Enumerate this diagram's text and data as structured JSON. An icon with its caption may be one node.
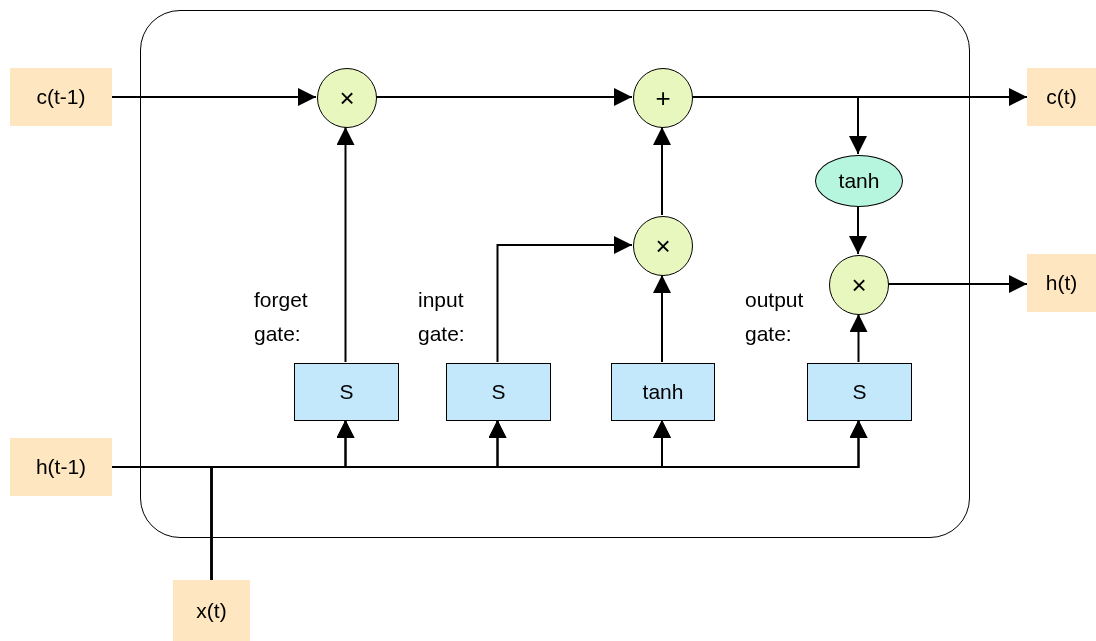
{
  "diagram": {
    "nodes": [
      {
        "text": [],
        "shape": "box"
      },
      {
        "text": [
          "c(t-1)"
        ]
      },
      {
        "text": [
          "×"
        ],
        "in": 0
      },
      {
        "text": [
          "+"
        ],
        "in": 0
      },
      {
        "text": [
          "c(t)"
        ]
      },
      {
        "text": [
          "tanh"
        ],
        "in": 0
      },
      {
        "text": [
          "×"
        ],
        "in": 0
      },
      {
        "text": [
          "×"
        ],
        "in": 0
      },
      {
        "text": [
          "h(t)"
        ]
      },
      {
        "text": [
          "S"
        ],
        "beside": [
          "forget gate:"
        ],
        "in": 0
      },
      {
        "text": [
          "S"
        ],
        "beside": [
          "input gate:"
        ],
        "in": 0
      },
      {
        "text": [
          "tanh"
        ],
        "in": 0
      },
      {
        "text": [
          "S"
        ],
        "beside": [
          "output gate:"
        ],
        "in": 0
      },
      {
        "text": [
          "h(t-1)"
        ]
      },
      {
        "text": [
          "x(t)"
        ]
      }
    ],
    "edges": [
      {
        "from": 1,
        "to": 2,
        "arrow": "to"
      },
      {
        "from": 2,
        "to": 3,
        "arrow": "to"
      },
      {
        "from": 3,
        "to": 4,
        "arrow": "to"
      },
      {
        "from": 3,
        "to": 5,
        "arrow": "to"
      },
      {
        "from": 5,
        "to": 7,
        "arrow": "to"
      },
      {
        "from": 7,
        "to": 8,
        "arrow": "to"
      },
      {
        "from": 9,
        "to": 2,
        "arrow": "to"
      },
      {
        "from": 10,
        "to": 6,
        "arrow": "to"
      },
      {
        "from": 11,
        "to": 6,
        "arrow": "to"
      },
      {
        "from": 6,
        "to": 3,
        "arrow": "to"
      },
      {
        "from": 12,
        "to": 7,
        "arrow": "to"
      },
      {
        "from": 13,
        "to": 9,
        "arrow": "to"
      },
      {
        "from": 13,
        "to": 10,
        "arrow": "to"
      },
      {
        "from": 13,
        "to": 11,
        "arrow": "to"
      },
      {
        "from": 13,
        "to": 12,
        "arrow": "to"
      },
      {
        "from": 14,
        "to": 9,
        "arrow": "to"
      },
      {
        "from": 14,
        "to": 10,
        "arrow": "to"
      },
      {
        "from": 14,
        "to": 11,
        "arrow": "to"
      },
      {
        "from": 14,
        "to": 12,
        "arrow": "to"
      }
    ]
  }
}
